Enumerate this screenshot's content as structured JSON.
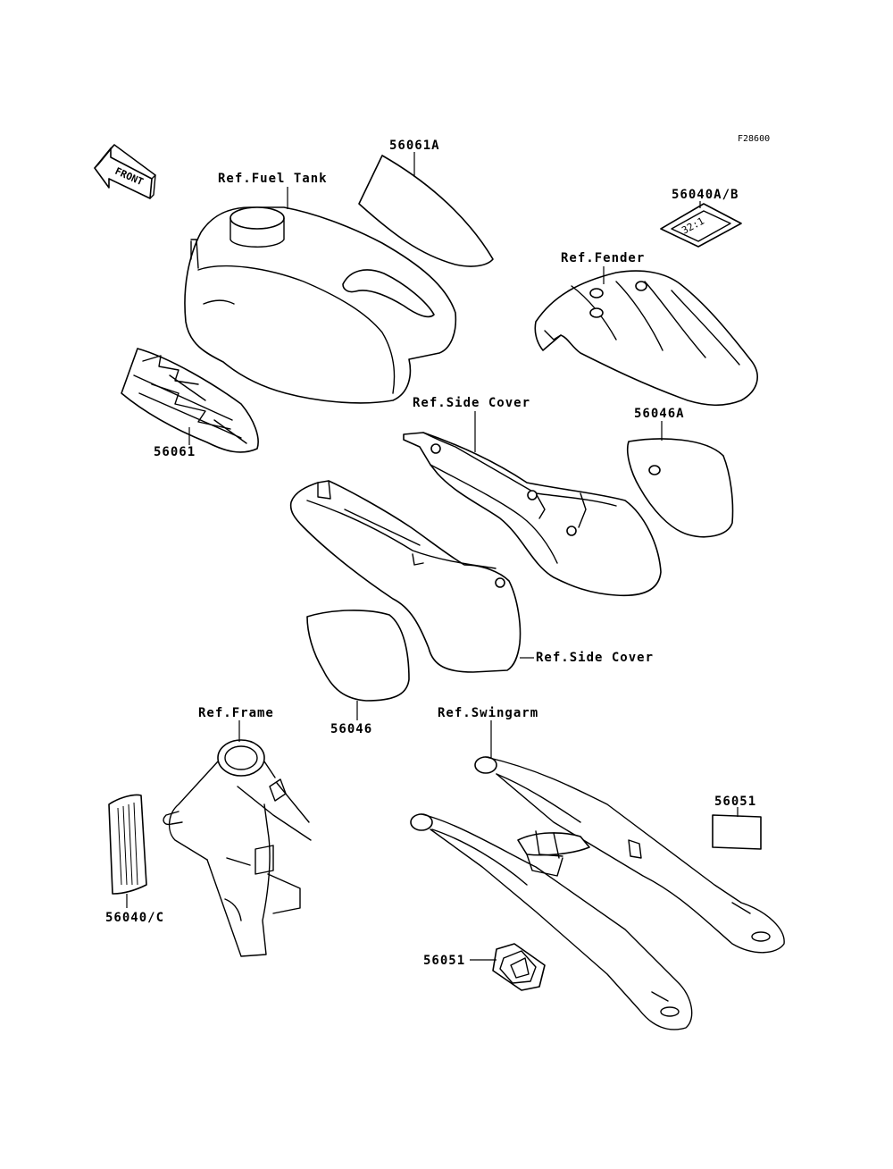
{
  "figure_code": "F28600",
  "front_arrow_text": "FRONT",
  "labels": {
    "ref_fuel_tank": "Ref.Fuel Tank",
    "ref_fender": "Ref.Fender",
    "ref_side_cover_upper": "Ref.Side Cover",
    "ref_side_cover_lower": "Ref.Side Cover",
    "ref_frame": "Ref.Frame",
    "ref_swingarm": "Ref.Swingarm",
    "part_56061A": "56061A",
    "part_56040AB": "56040A/B",
    "part_56061": "56061",
    "part_56046A": "56046A",
    "part_56046": "56046",
    "part_56051_upper": "56051",
    "part_56040C": "56040/C",
    "part_56051_lower": "56051"
  }
}
